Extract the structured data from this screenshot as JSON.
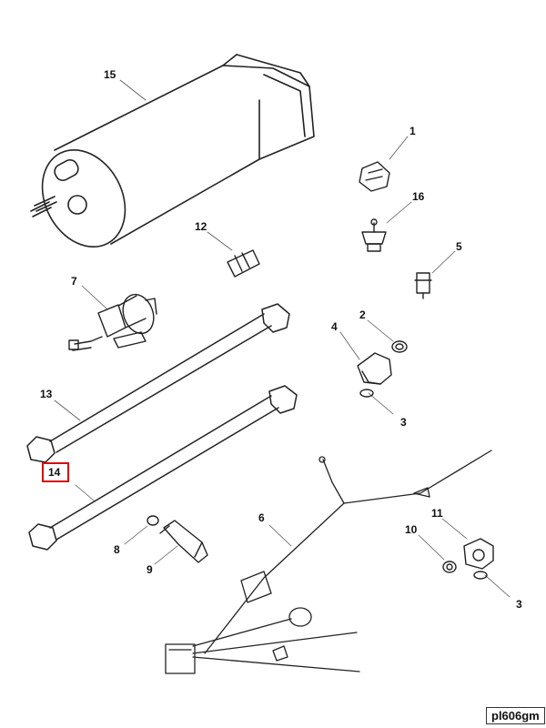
{
  "diagram": {
    "reference_code": "pl606gm",
    "highlighted_callout": "14",
    "highlight_color": "#d01010",
    "callouts": [
      "15",
      "1",
      "16",
      "12",
      "5",
      "7",
      "2",
      "4",
      "13",
      "3",
      "14",
      "6",
      "11",
      "10",
      "8",
      "9",
      "3"
    ]
  }
}
